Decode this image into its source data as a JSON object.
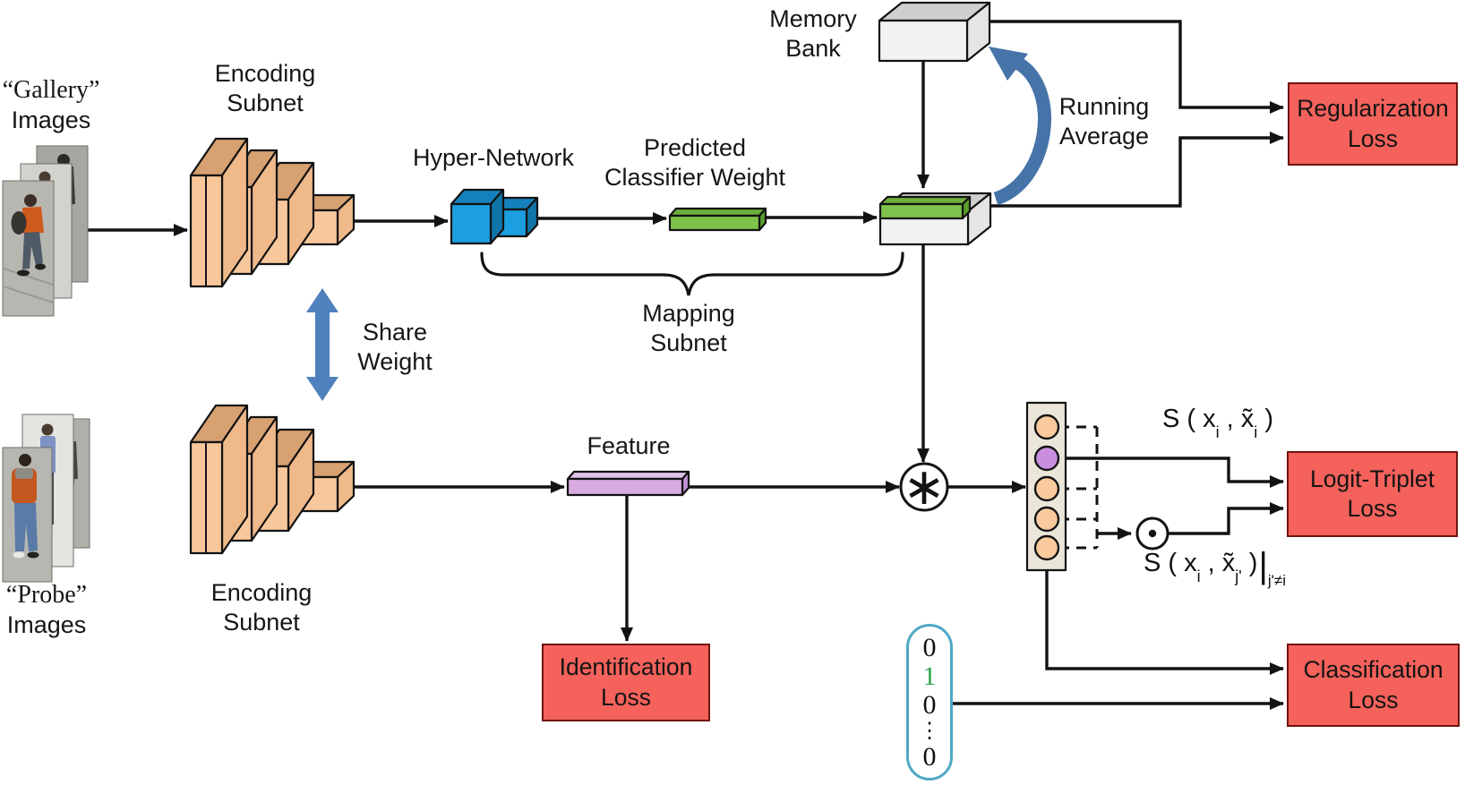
{
  "diagram": {
    "title_labels": {
      "gallery_line1": "“Gallery”",
      "gallery_line2": "Images",
      "probe_line1": "“Probe”",
      "probe_line2": "Images",
      "encoding_top_line1": "Encoding",
      "encoding_top_line2": "Subnet",
      "encoding_bottom_line1": "Encoding",
      "encoding_bottom_line2": "Subnet",
      "hyper_network": "Hyper-Network",
      "predicted_line1": "Predicted",
      "predicted_line2": "Classifier Weight",
      "memory_line1": "Memory",
      "memory_line2": "Bank",
      "running_line1": "Running",
      "running_line2": "Average",
      "share_line1": "Share",
      "share_line2": "Weight",
      "mapping_line1": "Mapping",
      "mapping_line2": "Subnet",
      "feature": "Feature"
    },
    "loss_boxes": {
      "regularization_line1": "Regularization",
      "regularization_line2": "Loss",
      "logit_triplet_line1": "Logit-Triplet",
      "logit_triplet_line2": "Loss",
      "identification_line1": "Identification",
      "identification_line2": "Loss",
      "classification_line1": "Classification",
      "classification_line2": "Loss"
    },
    "formulas": {
      "pos_p1": "S ( x",
      "pos_s1": "i",
      "pos_p2": " , x̃",
      "pos_s2": "i",
      "pos_p3": " )",
      "neg_p1": "S ( x",
      "neg_s1": "i",
      "neg_p2": " , x̃",
      "neg_s2": "j'",
      "neg_p3": " )",
      "neg_bar": "|",
      "neg_cond": "j'≠i"
    },
    "operators": {
      "convolution": "∗"
    },
    "one_hot": {
      "v0": "0",
      "v1": "1",
      "v2": "0",
      "v3": "⋮",
      "v4": "0"
    },
    "colors": {
      "loss_box_fill": "#f4625b",
      "loss_box_border": "#70140c",
      "encoder_front": "#f8c89c",
      "encoder_top": "#d8a171",
      "encoder_side": "#efb98a",
      "hyper_front": "#1b9fe1",
      "hyper_top": "#1581bc",
      "hyper_side": "#1075a8",
      "weight_front": "#7ec24b",
      "weight_top": "#6daf3c",
      "weight_side": "#599f2f",
      "feature_front": "#d9abe3",
      "feature_top": "#e2c3ec",
      "feature_side": "#c693d6",
      "memory_front": "#f2f2f2",
      "memory_top": "#cfcfcf",
      "memory_side": "#e5e5e5",
      "node_fill": "#f8ca9e",
      "node_highlight": "#c98fde",
      "container_fill": "#eae6da",
      "capsule_border": "#4fa8c4",
      "one_hot_highlight": "#2ea44d",
      "blue_arrow": "#4f81bd",
      "running_arrow": "#4674a9"
    }
  }
}
